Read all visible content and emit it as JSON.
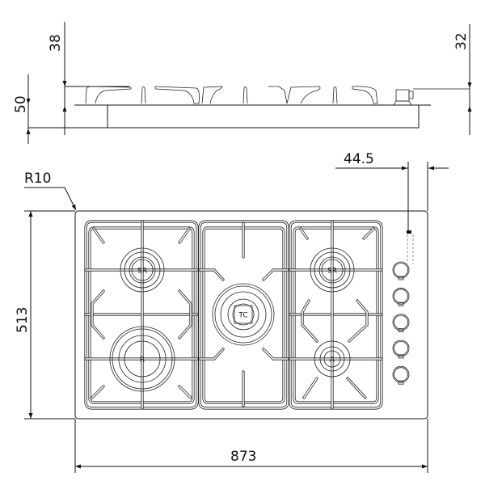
{
  "side_view": {
    "dimensions": {
      "grate_height": "38",
      "body_depth": "50",
      "knob_height": "32"
    }
  },
  "plan_view": {
    "dimensions": {
      "corner_radius": "R10",
      "width": "873",
      "depth": "513",
      "knob_offset": "44.5"
    },
    "burners": [
      {
        "label": "SR"
      },
      {
        "label": "R"
      },
      {
        "label": "TC"
      },
      {
        "label": "SR"
      },
      {
        "label": "A"
      }
    ],
    "knob_count": 5
  }
}
